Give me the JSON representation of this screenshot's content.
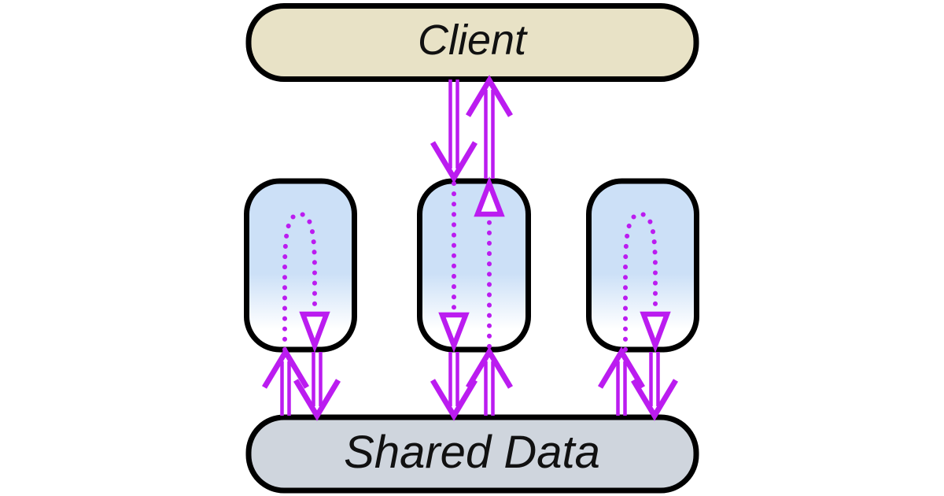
{
  "diagram": {
    "type": "architecture-flow",
    "colors": {
      "arrow": "#bb1cf0",
      "border": "#000000",
      "client_fill": "#e8e2c6",
      "shared_fill": "#cfd5dd",
      "worker_top": "#cce0f7",
      "worker_bottom": "#ffffff",
      "label_color": "#111111"
    },
    "nodes": {
      "client": {
        "label": "Client"
      },
      "shared": {
        "label": "Shared Data"
      },
      "workers": [
        {
          "id": "worker-1"
        },
        {
          "id": "worker-2"
        },
        {
          "id": "worker-3"
        }
      ]
    },
    "edges": [
      {
        "from": "client",
        "to": "worker-2",
        "line": "double-solid",
        "direction": "down"
      },
      {
        "from": "worker-2",
        "to": "client",
        "line": "double-solid",
        "direction": "up"
      },
      {
        "from": "worker-1",
        "to": "shared",
        "line": "double-solid",
        "direction": "down"
      },
      {
        "from": "shared",
        "to": "worker-1",
        "line": "double-solid",
        "direction": "up"
      },
      {
        "from": "worker-2",
        "to": "shared",
        "line": "double-solid",
        "direction": "down"
      },
      {
        "from": "shared",
        "to": "worker-2",
        "line": "double-solid",
        "direction": "up"
      },
      {
        "from": "worker-3",
        "to": "shared",
        "line": "double-solid",
        "direction": "down"
      },
      {
        "from": "shared",
        "to": "worker-3",
        "line": "double-solid",
        "direction": "up"
      },
      {
        "within": "worker-1",
        "line": "dotted",
        "shape": "arc-loop",
        "direction": "down"
      },
      {
        "within": "worker-2",
        "line": "dotted",
        "shape": "straight-pass-through",
        "direction": "down"
      },
      {
        "within": "worker-2",
        "line": "dotted",
        "shape": "straight-pass-through",
        "direction": "up"
      },
      {
        "within": "worker-3",
        "line": "dotted",
        "shape": "arc-loop",
        "direction": "down"
      }
    ]
  }
}
